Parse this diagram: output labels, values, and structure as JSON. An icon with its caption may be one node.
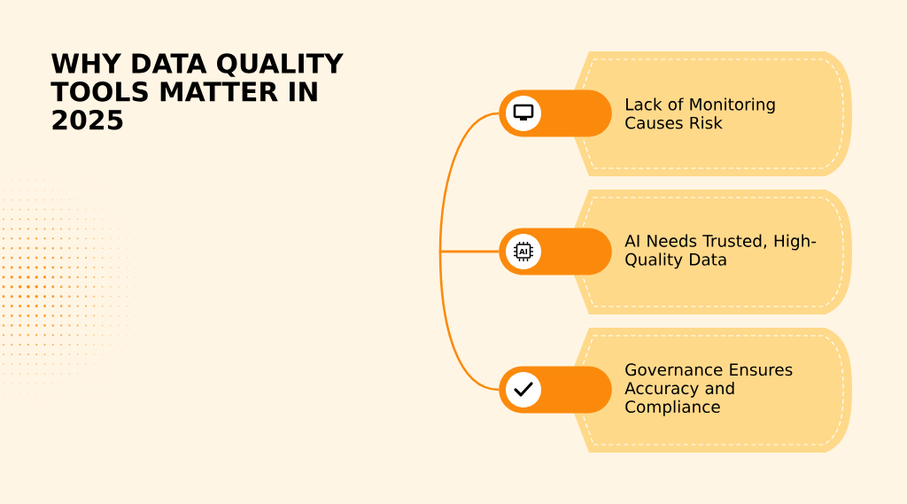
{
  "diagram": {
    "title": "WHY DATA QUALITY TOOLS MATTER IN 2025",
    "nodes": [
      {
        "text": [],
        "shape": "box"
      },
      {
        "text": [
          "Lack of Monitoring Causes Risk"
        ]
      },
      {
        "text": [],
        "shape": "box"
      },
      {
        "text": [
          "AI Needs Trusted, High-Quality Data"
        ]
      },
      {
        "text": [],
        "shape": "box"
      },
      {
        "text": [
          "Governance Ensures Accuracy and Compliance"
        ]
      }
    ],
    "edges": [
      {
        "from": 0,
        "to": 2,
        "arrow": "none"
      },
      {
        "from": 2,
        "to": 4,
        "arrow": "none"
      }
    ],
    "labels": [
      "AI"
    ]
  }
}
